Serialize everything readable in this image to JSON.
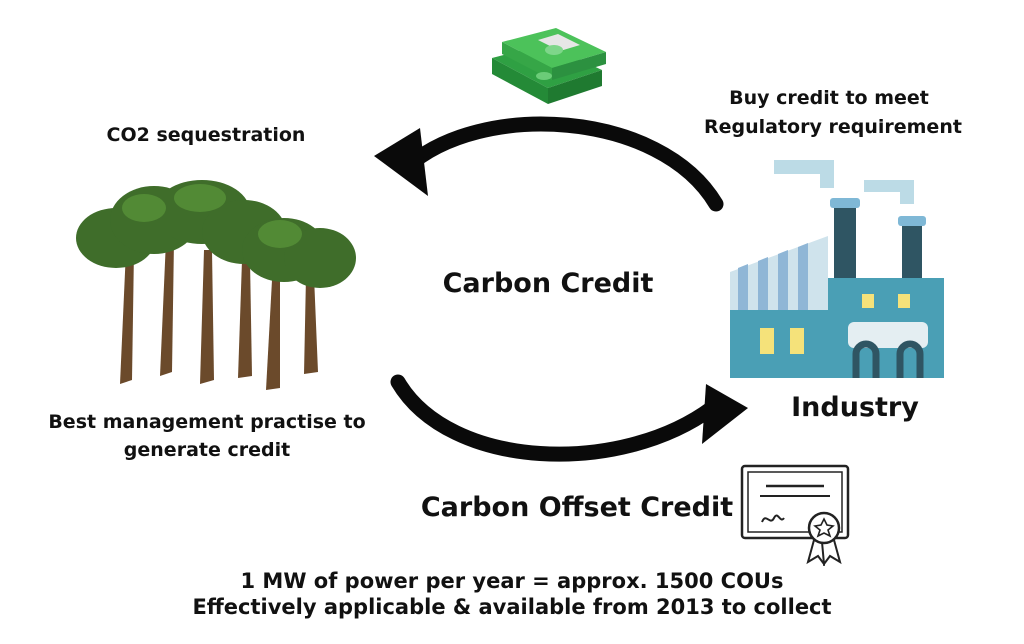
{
  "labels": {
    "co2": "CO2 sequestration",
    "buy_line1": "Buy credit to meet",
    "buy_line2": "Regulatory requirement",
    "carbon_credit": "Carbon Credit",
    "industry": "Industry",
    "best_line1": "Best management practise to",
    "best_line2": "generate credit",
    "offset": "Carbon Offset Credit",
    "footer_line1": "1 MW of power per year = approx. 1500 COUs",
    "footer_line2": "Effectively applicable & available from 2013 to collect"
  },
  "icons": {
    "money": "money-stack-icon",
    "trees": "trees-icon",
    "factory": "factory-icon",
    "certificate": "certificate-icon",
    "arrow_top": "arrow-left-icon",
    "arrow_bottom": "arrow-right-icon"
  },
  "colors": {
    "text": "#111111",
    "arrow": "#0a0a0a",
    "money": "#3cb54a",
    "tree_canopy": "#3f6d2a",
    "tree_trunk": "#6b4a2b",
    "factory_body": "#4a9fb5",
    "factory_chimney": "#2f5563",
    "window": "#f5e27a"
  }
}
